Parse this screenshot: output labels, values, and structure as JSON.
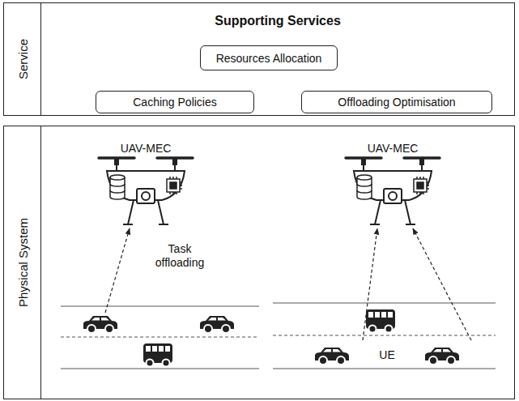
{
  "diagram": {
    "nodes": [
      {
        "text": [
          "Service"
        ]
      },
      {
        "text": [
          "Supporting Services"
        ],
        "in": 0
      },
      {
        "text": [
          "Resources Allocation"
        ],
        "in": 1
      },
      {
        "text": [
          "Caching Policies"
        ],
        "in": 1
      },
      {
        "text": [
          "Offloading Optimisation"
        ],
        "in": 1
      },
      {
        "text": [
          "Physical System"
        ]
      }
    ],
    "labels": [
      "UAV-MEC",
      "UAV-MEC",
      "Task offloading",
      "UE"
    ]
  }
}
